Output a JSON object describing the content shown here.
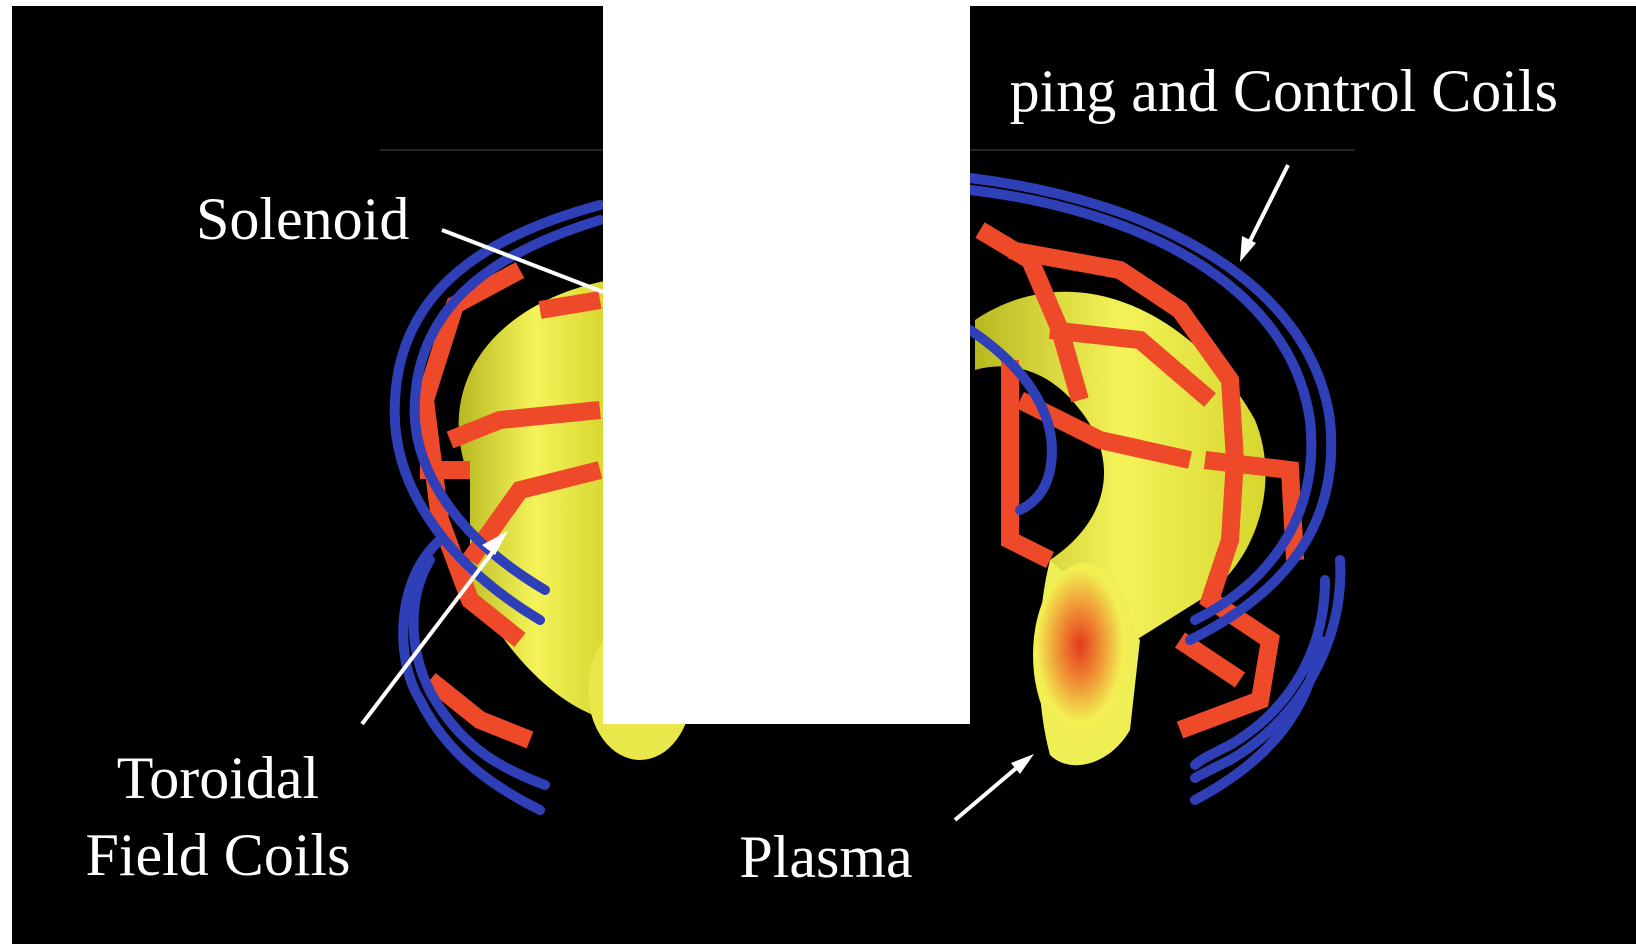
{
  "labels": {
    "solenoid": "Solenoid",
    "shaping_coils": "ping and Control Coils",
    "toroidal_line1": "Toroidal",
    "toroidal_line2": "Field Coils",
    "plasma": "Plasma"
  },
  "colors": {
    "background": "#000000",
    "occluder": "#ffffff",
    "poloidal_coils": "#2f3fb8",
    "toroidal_coils": "#ee4a2a",
    "plasma": "#f2f24a",
    "plasma_core": "#e23a1e",
    "label_text": "#ffffff",
    "arrow": "#ffffff"
  }
}
